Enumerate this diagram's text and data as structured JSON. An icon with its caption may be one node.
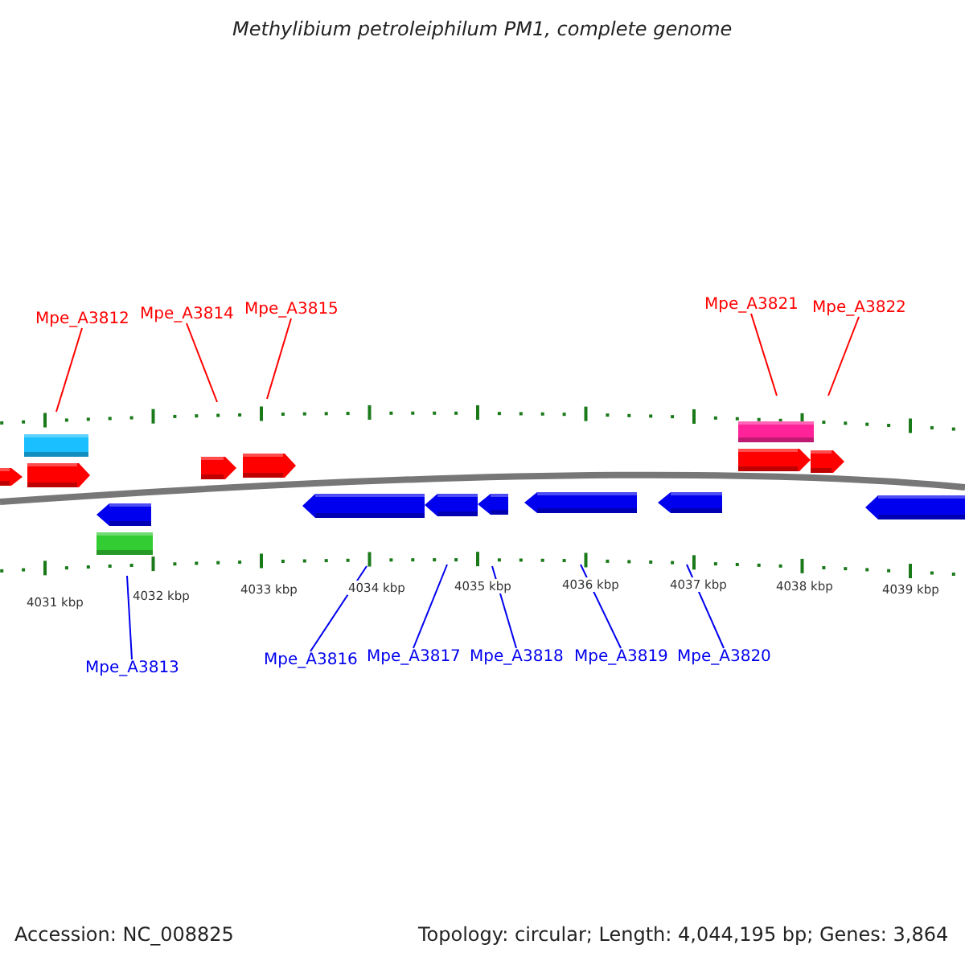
{
  "diagram": {
    "title": "Methylibium petroleiphilum PM1, complete genome",
    "nodes": [
      {
        "text": [
          "Mpe_A3812"
        ]
      },
      {
        "text": [
          "Mpe_A3814"
        ]
      },
      {
        "text": [
          "Mpe_A3815"
        ]
      },
      {
        "text": [
          "Mpe_A3821"
        ]
      },
      {
        "text": [
          "Mpe_A3822"
        ]
      },
      {
        "text": [
          "Mpe_A3813"
        ]
      },
      {
        "text": [
          "Mpe_A3816"
        ]
      },
      {
        "text": [
          "Mpe_A3817"
        ]
      },
      {
        "text": [
          "Mpe_A3818"
        ]
      },
      {
        "text": [
          "Mpe_A3819"
        ]
      },
      {
        "text": [
          "Mpe_A3820"
        ]
      }
    ],
    "edges": [
      {
        "from": 0,
        "to": null,
        "arrow": "none",
        "color": "#ff0000"
      },
      {
        "from": 1,
        "to": null,
        "arrow": "none",
        "color": "#ff0000"
      },
      {
        "from": 2,
        "to": null,
        "arrow": "none",
        "color": "#ff0000"
      },
      {
        "from": 3,
        "to": null,
        "arrow": "none",
        "color": "#ff0000"
      },
      {
        "from": 4,
        "to": null,
        "arrow": "none",
        "color": "#ff0000"
      },
      {
        "from": 5,
        "to": null,
        "arrow": "none"
      },
      {
        "from": 6,
        "to": null,
        "arrow": "none"
      },
      {
        "from": 7,
        "to": null,
        "arrow": "none"
      },
      {
        "from": 8,
        "to": null,
        "arrow": "none"
      },
      {
        "from": 9,
        "to": null,
        "arrow": "none"
      },
      {
        "from": 10,
        "to": null,
        "arrow": "none"
      }
    ],
    "labels": [
      "4031 kbp",
      "4032 kbp",
      "4033 kbp",
      "4034 kbp",
      "4035 kbp",
      "4036 kbp",
      "4037 kbp",
      "4038 kbp",
      "4039 kbp",
      "Accession: NC_008825",
      "Topology: circular; Length: 4,044,195 bp; Genes: 3,864"
    ]
  }
}
